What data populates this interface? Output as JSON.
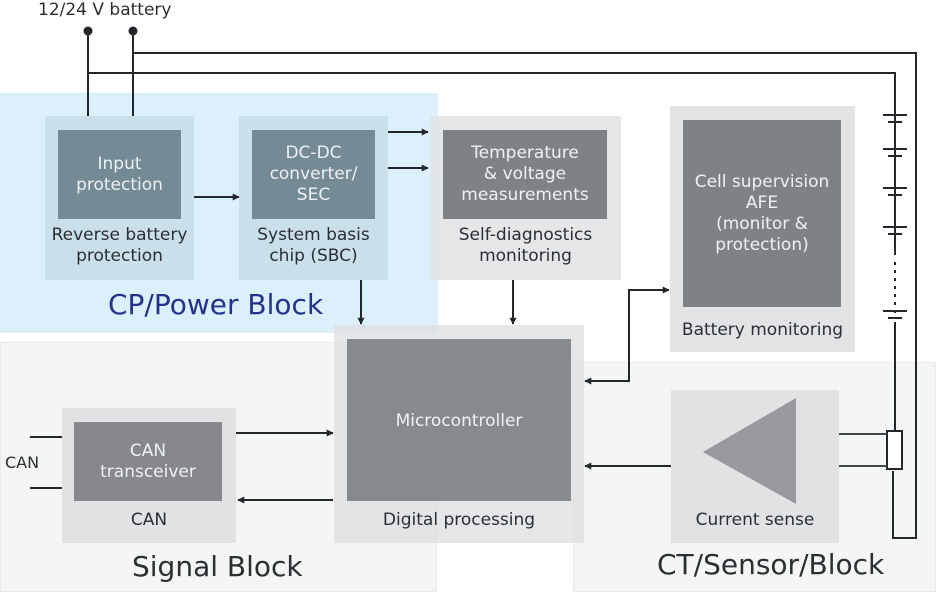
{
  "battery": {
    "label": "12/24 V battery"
  },
  "regions": {
    "power": {
      "title": "CP/Power Block",
      "color": "#d6ecf8",
      "title_color": "#23338a"
    },
    "signal": {
      "title": "Signal Block",
      "color": "#f4f5f5",
      "title_color": "#2b2f33"
    },
    "sensor": {
      "title": "CT/Sensor/Block",
      "color": "#f4f5f5",
      "title_color": "#2b2f33"
    }
  },
  "blocks": {
    "input_protection": {
      "inner": "Input\nprotection",
      "caption": "Reverse battery\nprotection"
    },
    "sbc": {
      "inner": "DC-DC\nconverter/\nSEC",
      "caption": "System basis\nchip (SBC)"
    },
    "self_diag": {
      "inner": "Temperature\n& voltage\nmeasurements",
      "caption": "Self-diagnostics\nmonitoring"
    },
    "battery_monitoring": {
      "inner": "Cell supervision\nAFE\n(monitor &\nprotection)",
      "caption": "Battery monitoring"
    },
    "microcontroller": {
      "inner": "Microcontroller",
      "caption": "Digital processing"
    },
    "can": {
      "inner": "CAN\ntransceiver",
      "caption": "CAN"
    },
    "current_sense": {
      "caption": "Current sense"
    }
  },
  "can_bus": {
    "label": "CAN"
  },
  "colors": {
    "power_inner": "#748a94",
    "power_outer": "#c9dfea",
    "gray_inner": "#7f8284",
    "gray_outer": "#e2e3e5",
    "wire": "#23262a"
  }
}
